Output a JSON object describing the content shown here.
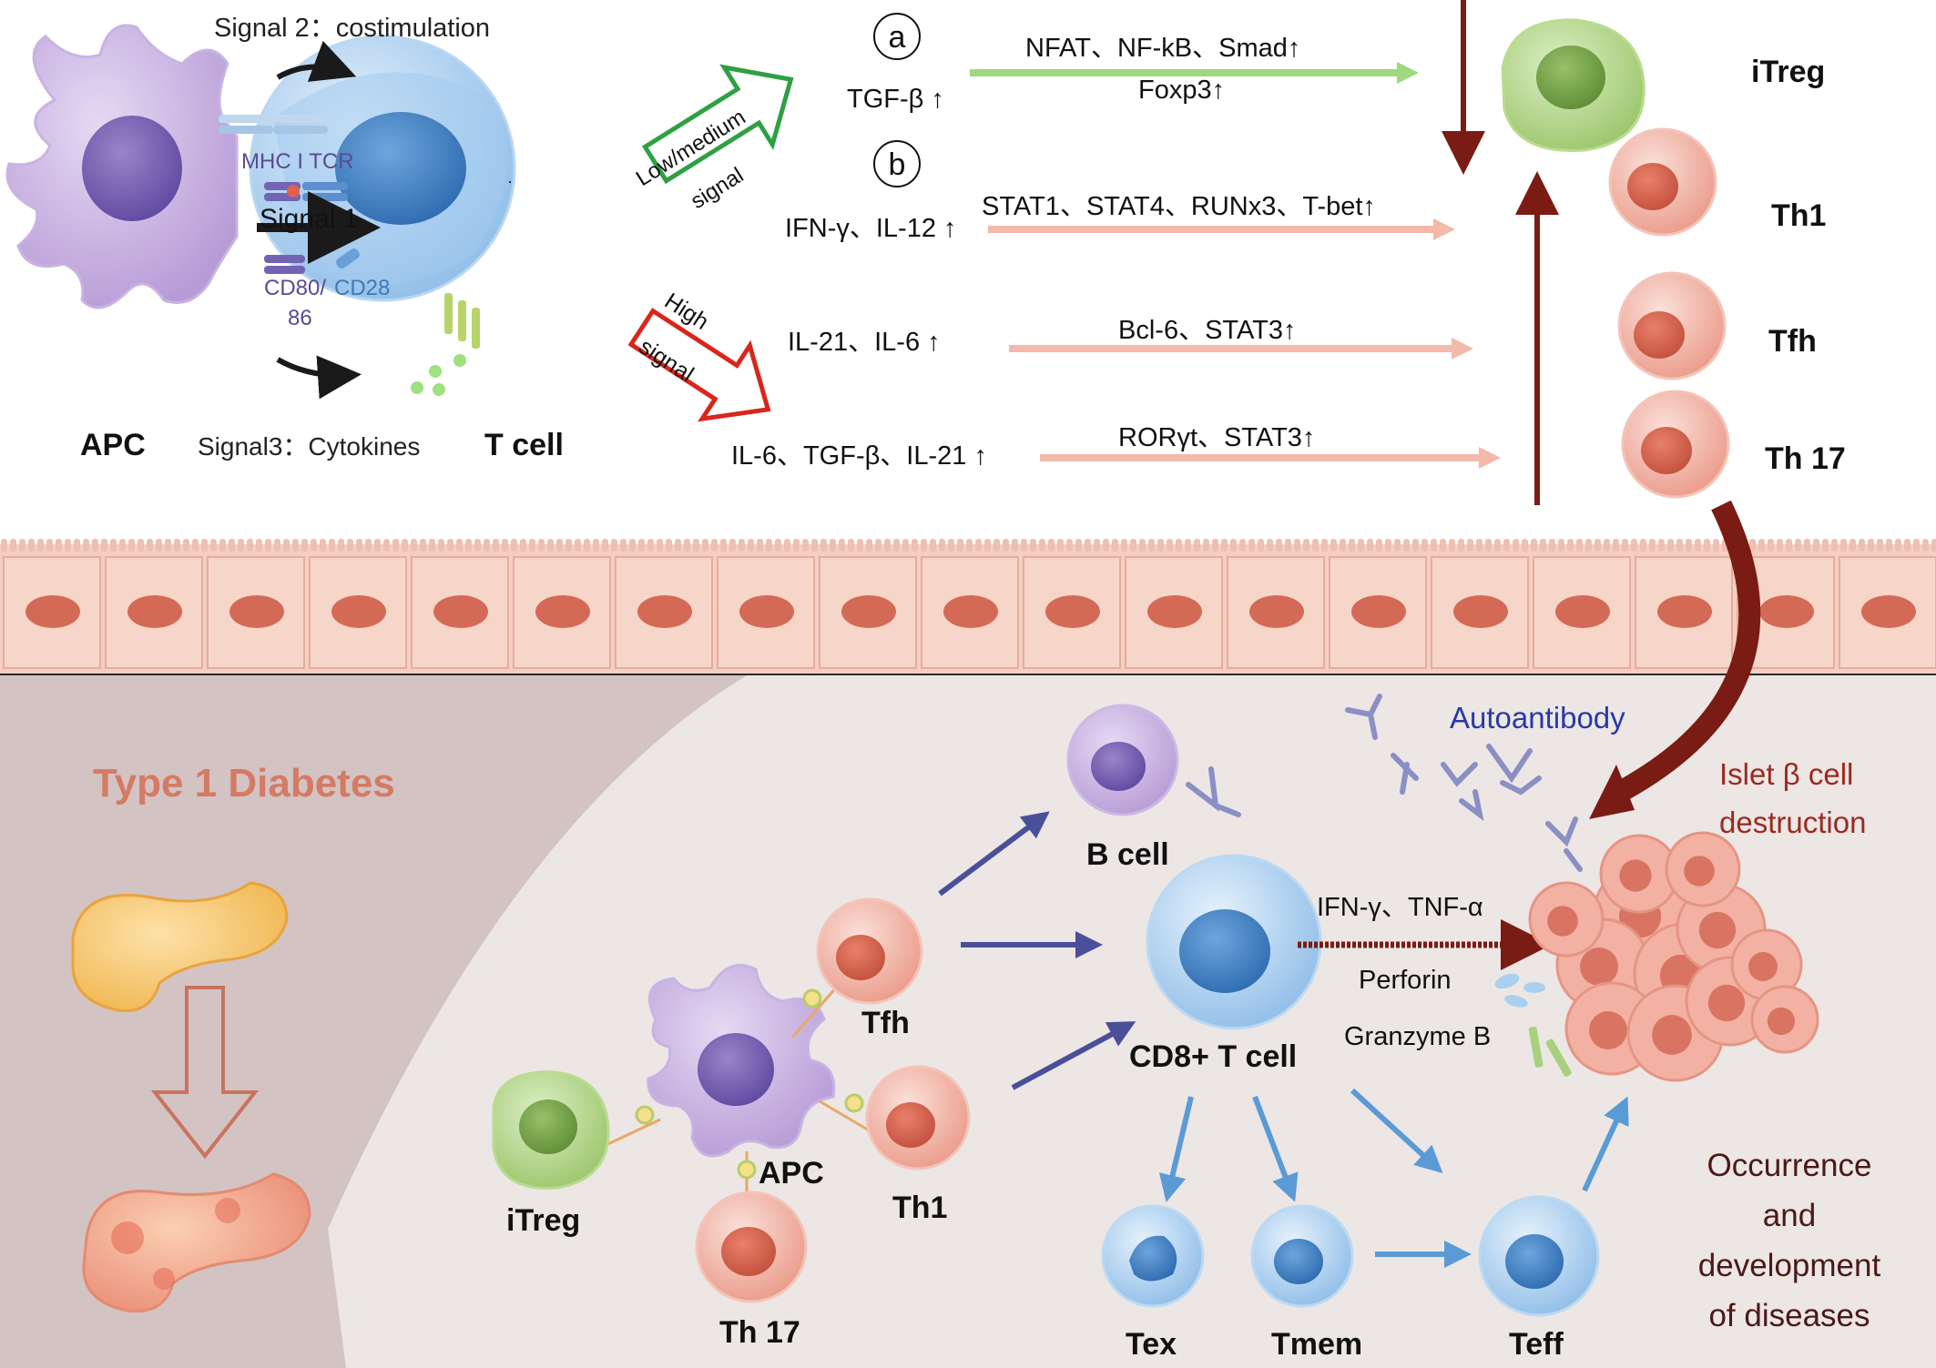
{
  "top": {
    "signal2": "Signal 2：costimulation",
    "mhc_tcr": "MHC I TCR",
    "signal1": "Signal 1",
    "cd80": "CD80/",
    "cd28": "CD28",
    "cd86": "86",
    "apc": "APC",
    "signal3": "Signal3：Cytokines",
    "tcell": "T cell",
    "low_medium": "Low/medium",
    "low_signal": "signal",
    "high": "High",
    "high_signal": "signal",
    "path_a": {
      "circle": "a",
      "input": "TGF-β ↑",
      "factors1": "NFAT、NF-kB、Smad↑",
      "factors2": "Foxp3↑"
    },
    "path_b": {
      "circle": "b",
      "input": "IFN-γ、IL-12 ↑",
      "factors": "STAT1、STAT4、RUNx3、T-bet↑"
    },
    "path_c": {
      "input": "IL-21、IL-6 ↑",
      "factors": "Bcl-6、STAT3↑"
    },
    "path_d": {
      "input": "IL-6、TGF-β、IL-21 ↑",
      "factors": "RORγt、STAT3↑"
    },
    "cells": {
      "itreg": "iTreg",
      "th1": "Th1",
      "tfh": "Tfh",
      "th17": "Th 17"
    }
  },
  "bottom": {
    "disease": "Type 1 Diabetes",
    "autoantibody": "Autoantibody",
    "islet1": "Islet β cell",
    "islet2": "destruction",
    "bcell": "B cell",
    "cd8": "CD8+ T cell",
    "ifn_tnf": "IFN-γ、TNF-α",
    "perforin": "Perforin",
    "granzyme": "Granzyme B",
    "tfh": "Tfh",
    "itreg": "iTreg",
    "apc": "APC",
    "th1": "Th1",
    "th17": "Th 17",
    "tex": "Tex",
    "tmem": "Tmem",
    "teff": "Teff",
    "outcome1": "Occurrence",
    "outcome2": "and",
    "outcome3": "development",
    "outcome4": "of diseases"
  },
  "colors": {
    "apc": "#b9a0d6",
    "tcell": "#a9cdee",
    "itreg": "#a8cf7e",
    "th": "#f0a89a",
    "epithelium": "#f1c3b3",
    "dark_arrow": "#7a1c14",
    "navy_arrow": "#4a4f9a",
    "blue_arrow": "#5a9bd5"
  }
}
